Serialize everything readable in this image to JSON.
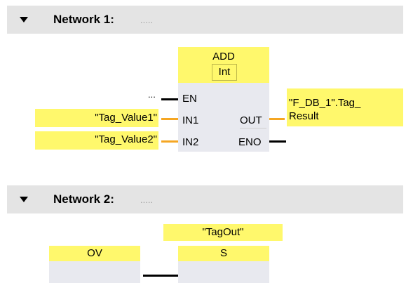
{
  "network1": {
    "title": "Network 1:",
    "comment": ".....",
    "block": {
      "name": "ADD",
      "type": "Int",
      "pins": {
        "en": "EN",
        "in1": "IN1",
        "in2": "IN2",
        "out": "OUT",
        "eno": "ENO"
      }
    },
    "en_operand": "...",
    "in1_operand": "\"Tag_Value1\"",
    "in2_operand": "\"Tag_Value2\"",
    "out_operand_line1": "\"F_DB_1\".Tag_",
    "out_operand_line2": "Result"
  },
  "network2": {
    "title": "Network 2:",
    "comment": ".....",
    "contact_label": "OV",
    "coil_operand": "\"TagOut\"",
    "coil_label": "S"
  },
  "colors": {
    "operand_fill": "#fff86c",
    "block_body": "#e8e9ef",
    "header_bg": "#e4e4e4",
    "wire_orange": "#f5a623"
  }
}
